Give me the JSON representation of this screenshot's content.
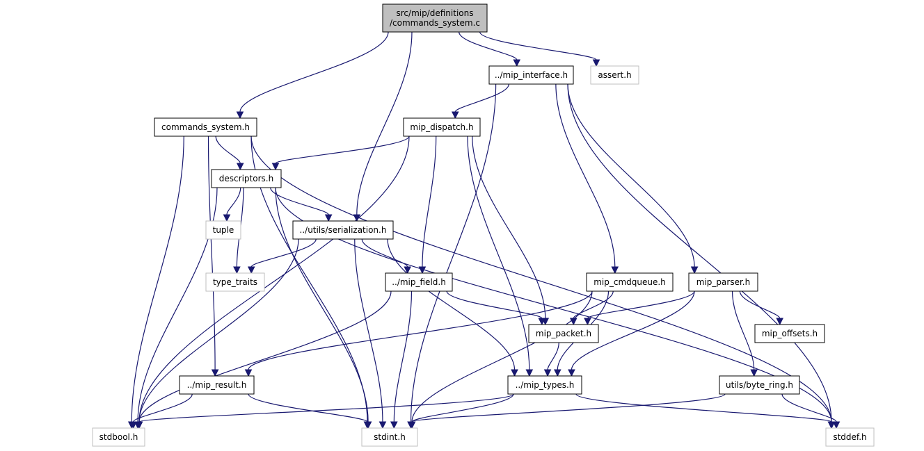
{
  "colors": {
    "edge": "#191970",
    "root_fill": "#bfbfbf",
    "documented_border": "#000000",
    "undocumented_border": "#bfbfbf",
    "node_fill": "#ffffff"
  },
  "nodes": [
    {
      "id": "root",
      "lines": [
        "src/mip/definitions",
        "/commands_system.c"
      ],
      "kind": "root"
    },
    {
      "id": "mip_interface",
      "lines": [
        "../mip_interface.h"
      ],
      "kind": "documented"
    },
    {
      "id": "assert",
      "lines": [
        "assert.h"
      ],
      "kind": "undocumented"
    },
    {
      "id": "commands_system",
      "lines": [
        "commands_system.h"
      ],
      "kind": "documented"
    },
    {
      "id": "mip_dispatch",
      "lines": [
        "mip_dispatch.h"
      ],
      "kind": "documented"
    },
    {
      "id": "descriptors",
      "lines": [
        "descriptors.h"
      ],
      "kind": "documented"
    },
    {
      "id": "tuple",
      "lines": [
        "tuple"
      ],
      "kind": "undocumented"
    },
    {
      "id": "serialization",
      "lines": [
        "../utils/serialization.h"
      ],
      "kind": "documented"
    },
    {
      "id": "type_traits",
      "lines": [
        "type_traits"
      ],
      "kind": "undocumented"
    },
    {
      "id": "mip_field",
      "lines": [
        "../mip_field.h"
      ],
      "kind": "documented"
    },
    {
      "id": "mip_cmdqueue",
      "lines": [
        "mip_cmdqueue.h"
      ],
      "kind": "documented"
    },
    {
      "id": "mip_parser",
      "lines": [
        "mip_parser.h"
      ],
      "kind": "documented"
    },
    {
      "id": "mip_packet",
      "lines": [
        "mip_packet.h"
      ],
      "kind": "documented"
    },
    {
      "id": "mip_offsets",
      "lines": [
        "mip_offsets.h"
      ],
      "kind": "documented"
    },
    {
      "id": "mip_result",
      "lines": [
        "../mip_result.h"
      ],
      "kind": "documented"
    },
    {
      "id": "mip_types",
      "lines": [
        "../mip_types.h"
      ],
      "kind": "documented"
    },
    {
      "id": "byte_ring",
      "lines": [
        "utils/byte_ring.h"
      ],
      "kind": "documented"
    },
    {
      "id": "stdbool",
      "lines": [
        "stdbool.h"
      ],
      "kind": "undocumented"
    },
    {
      "id": "stdint",
      "lines": [
        "stdint.h"
      ],
      "kind": "undocumented"
    },
    {
      "id": "stddef",
      "lines": [
        "stddef.h"
      ],
      "kind": "undocumented"
    }
  ],
  "edges": [
    [
      "root",
      "commands_system"
    ],
    [
      "root",
      "serialization"
    ],
    [
      "root",
      "mip_interface"
    ],
    [
      "root",
      "assert"
    ],
    [
      "mip_interface",
      "mip_dispatch"
    ],
    [
      "mip_interface",
      "stdint"
    ],
    [
      "mip_interface",
      "mip_cmdqueue"
    ],
    [
      "mip_interface",
      "mip_parser"
    ],
    [
      "mip_interface",
      "stddef"
    ],
    [
      "commands_system",
      "stdbool"
    ],
    [
      "commands_system",
      "mip_result"
    ],
    [
      "commands_system",
      "stdint"
    ],
    [
      "commands_system",
      "descriptors"
    ],
    [
      "commands_system",
      "stddef"
    ],
    [
      "mip_dispatch",
      "stdbool"
    ],
    [
      "mip_dispatch",
      "descriptors"
    ],
    [
      "mip_dispatch",
      "mip_field"
    ],
    [
      "mip_dispatch",
      "mip_types"
    ],
    [
      "mip_dispatch",
      "mip_packet"
    ],
    [
      "descriptors",
      "stdbool"
    ],
    [
      "descriptors",
      "stdint"
    ],
    [
      "descriptors",
      "tuple"
    ],
    [
      "descriptors",
      "type_traits"
    ],
    [
      "descriptors",
      "serialization"
    ],
    [
      "descriptors",
      "stddef"
    ],
    [
      "serialization",
      "type_traits"
    ],
    [
      "serialization",
      "stdbool"
    ],
    [
      "serialization",
      "stdint"
    ],
    [
      "serialization",
      "mip_field"
    ],
    [
      "serialization",
      "mip_types"
    ],
    [
      "mip_field",
      "stdbool"
    ],
    [
      "mip_field",
      "stdint"
    ],
    [
      "mip_field",
      "mip_packet"
    ],
    [
      "mip_cmdqueue",
      "mip_result"
    ],
    [
      "mip_cmdqueue",
      "mip_packet"
    ],
    [
      "mip_cmdqueue",
      "mip_types"
    ],
    [
      "mip_cmdqueue",
      "stdint"
    ],
    [
      "mip_parser",
      "mip_packet"
    ],
    [
      "mip_parser",
      "mip_types"
    ],
    [
      "mip_parser",
      "mip_offsets"
    ],
    [
      "mip_parser",
      "byte_ring"
    ],
    [
      "mip_packet",
      "mip_types"
    ],
    [
      "mip_result",
      "stdbool"
    ],
    [
      "mip_result",
      "stdint"
    ],
    [
      "mip_types",
      "stdbool"
    ],
    [
      "mip_types",
      "stdint"
    ],
    [
      "mip_types",
      "stddef"
    ],
    [
      "byte_ring",
      "stdint"
    ],
    [
      "byte_ring",
      "stddef"
    ]
  ]
}
